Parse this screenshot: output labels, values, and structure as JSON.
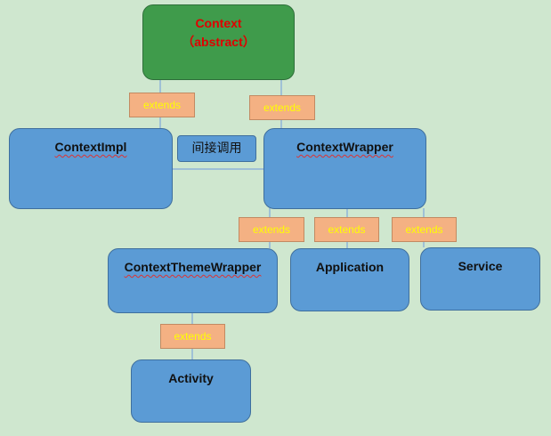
{
  "nodes": {
    "context": {
      "title": "Context",
      "subtitle": "（abstract）"
    },
    "contextimpl": {
      "title": "ContextImpl"
    },
    "contextwrapper": {
      "title": "ContextWrapper"
    },
    "contextthemewrapper": {
      "title": "ContextThemeWrapper"
    },
    "application": {
      "title": "Application"
    },
    "service": {
      "title": "Service"
    },
    "activity": {
      "title": "Activity"
    }
  },
  "edge_labels": {
    "extends": "extends",
    "indirect_call": "间接调用"
  },
  "colors": {
    "background": "#cfe7cf",
    "root_fill": "#3f9b4b",
    "root_text": "#e00000",
    "node_fill": "#5b9bd5",
    "label_fill": "#f4b183",
    "label_text": "#ffff00",
    "edge": "#9dc3e6"
  }
}
